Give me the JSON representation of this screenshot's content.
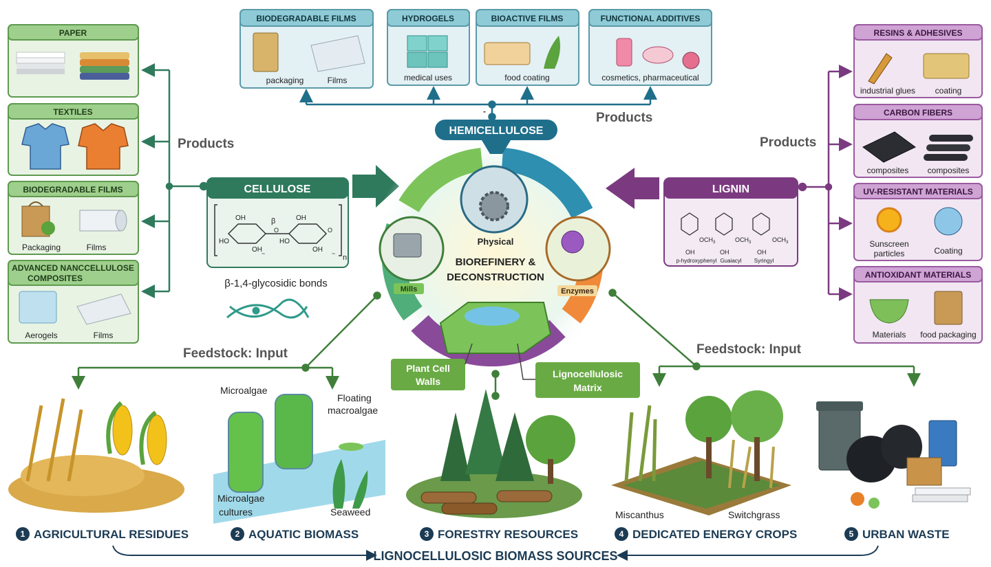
{
  "colors": {
    "cellulose": "#2f7a5c",
    "lignin": "#7b3a80",
    "hemi": "#1f6f8b",
    "leftBox": "#e8f3e3",
    "leftHead": "#9fcf8c",
    "rightBox": "#f1e6f2",
    "rightHead": "#cfa3d4",
    "topBox": "#e3f0f4",
    "topHead": "#8ecbd6",
    "navy": "#1c3b54",
    "feedGreen": "#3f7f3a",
    "accentGreen": "#6aaa45"
  },
  "left_products": [
    {
      "title": "PAPER",
      "items": [
        "",
        ""
      ]
    },
    {
      "title": "TEXTILES",
      "items": [
        "",
        ""
      ]
    },
    {
      "title": "BIODEGRADABLE FILMS",
      "items": [
        "Packaging",
        "Films"
      ]
    },
    {
      "title": "ADVANCED NANCCELLULOSE",
      "title2": "COMPOSITES",
      "items": [
        "Aerogels",
        "Films"
      ]
    }
  ],
  "top_products": [
    {
      "title": "BIODEGRADABLE FILMS",
      "items": [
        "packaging",
        "Films"
      ]
    },
    {
      "title": "HYDROGELS",
      "items": [
        "medical uses"
      ]
    },
    {
      "title": "BIOACTIVE FILMS",
      "items": [
        "food coating"
      ]
    },
    {
      "title": "FUNCTIONAL ADDITIVES",
      "items": [
        "cosmetics, pharmaceutical"
      ]
    }
  ],
  "right_products": [
    {
      "title": "RESINS & ADHESIVES",
      "items": [
        "industrial glues",
        "coating"
      ]
    },
    {
      "title": "CARBON FIBERS",
      "items": [
        "composites",
        "composites"
      ]
    },
    {
      "title": "UV-RESISTANT MATERIALS",
      "items": [
        "Sunscreen",
        "Coating"
      ],
      "items2": [
        "particles",
        ""
      ]
    },
    {
      "title": "ANTIOXIDANT MATERIALS",
      "items": [
        "Materials",
        "food packaging"
      ]
    }
  ],
  "products_label": "Products",
  "hemi_dash": "-",
  "feedstock_label": "Feedstock: Input",
  "cellulose": {
    "title": "CELLULOSE",
    "bond": "β-1,4-glycosidic bonds",
    "chem": [
      "OH",
      "OH",
      "HO",
      "HO",
      "OH",
      "OH",
      "β",
      "n",
      "O",
      "O",
      "~",
      "~"
    ]
  },
  "lignin": {
    "title": "LIGNIN",
    "chem": [
      "OH",
      "OCH",
      "OH",
      "OCH",
      "OH",
      "OCH"
    ],
    "sub": "3",
    "units": [
      "p-hydroxyphenyl",
      "Guaiacyl",
      "Syringyl"
    ]
  },
  "hemicellulose": {
    "title": "HEMICELLULOSE"
  },
  "center": {
    "title1": "BIOREFINERY &",
    "title2": "DECONSTRUCTION",
    "physical": "Physical",
    "mills": "Mills",
    "enzymes": "Enzymes"
  },
  "plant_cell_walls": [
    "Plant Cell",
    "Walls"
  ],
  "ligno_matrix": [
    "Lignocellulosic",
    "Matrix"
  ],
  "sources": [
    {
      "num": "1",
      "name": "AGRICULTURAL RESIDUES"
    },
    {
      "num": "2",
      "name": "AQUATIC BIOMASS"
    },
    {
      "num": "3",
      "name": "FORESTRY RESOURCES"
    },
    {
      "num": "4",
      "name": "DEDICATED ENERGY CROPS"
    },
    {
      "num": "5",
      "name": "URBAN WASTE"
    }
  ],
  "aquatic_labels": [
    "Microalgae",
    "Floating",
    "macroalgae",
    "Microalgae",
    "cultures",
    "Seaweed"
  ],
  "crop_labels": [
    "Miscanthus",
    "Switchgrass"
  ],
  "bottom_title": "LIGNOCELLULOSIC BIOMASS SOURCES"
}
